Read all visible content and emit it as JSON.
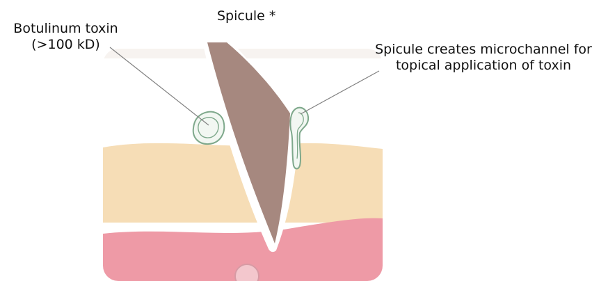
{
  "labels": {
    "spicule": "Spicule *",
    "toxin_line1": "Botulinum toxin",
    "toxin_line2": "(>100 kD)",
    "channel_line1": "Spicule creates microchannel for",
    "channel_line2": "topical application of toxin"
  },
  "colors": {
    "background": "#ffffff",
    "upper_skin": "#ffffff",
    "skin_frame": "#f3eee9",
    "middle_layer": "#f6ddb6",
    "lower_layer": "#ee9aa6",
    "spicule_fill": "#a6887f",
    "spicule_outline": "#ffffff",
    "toxin_outline": "#7ea88b",
    "toxin_fill": "#f2f7f2",
    "leader_line": "#808080",
    "vessel_fill": "#f3c7cd",
    "vessel_outline": "#d79aa4"
  },
  "icons": {
    "toxin_molecule": "toxin-blob-icon",
    "microchannel": "channel-droplet-icon",
    "spicule": "spicule-needle-icon",
    "vessel": "vessel-circle-icon"
  }
}
